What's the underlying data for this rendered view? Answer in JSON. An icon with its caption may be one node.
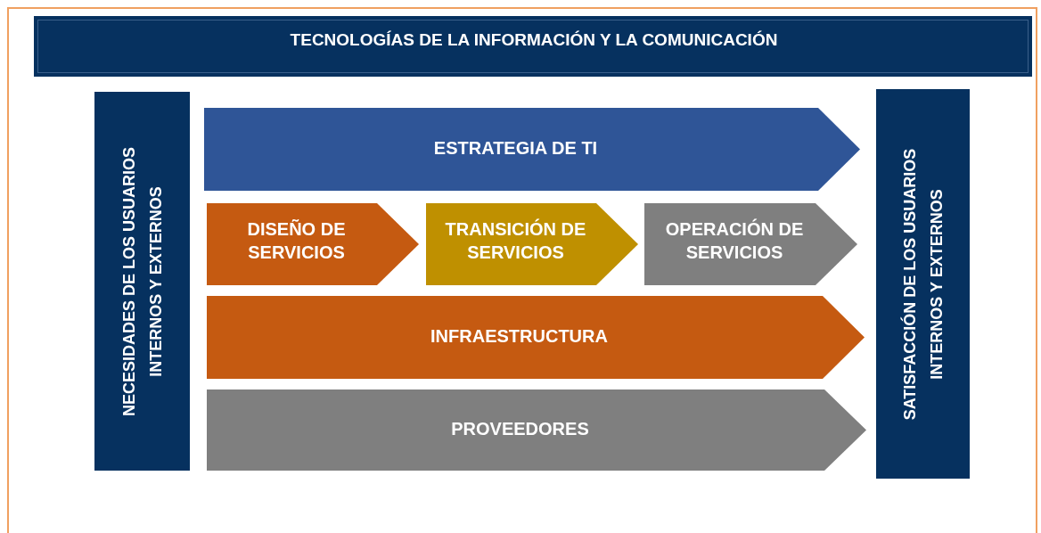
{
  "diagram": {
    "nodes": [
      {
        "text": [
          "TECNOLOGÍAS DE LA INFORMACIÓN Y LA COMUNICACIÓN"
        ]
      },
      {
        "text": [
          "NECESIDADES DE LOS USUARIOS INTERNOS Y EXTERNOS"
        ]
      },
      {
        "text": [
          "ESTRATEGIA DE TI"
        ]
      },
      {
        "text": [
          "DISEÑO DE SERVICIOS"
        ]
      },
      {
        "text": [
          "TRANSICIÓN DE SERVICIOS"
        ]
      },
      {
        "text": [
          "OPERACIÓN DE SERVICIOS"
        ]
      },
      {
        "text": [
          "INFRAESTRUCTURA"
        ]
      },
      {
        "text": [
          "PROVEEDORES"
        ]
      },
      {
        "text": [
          "SATISFACCIÓN DE LOS USUARIOS INTERNOS Y EXTERNOS"
        ]
      }
    ],
    "edges": []
  }
}
